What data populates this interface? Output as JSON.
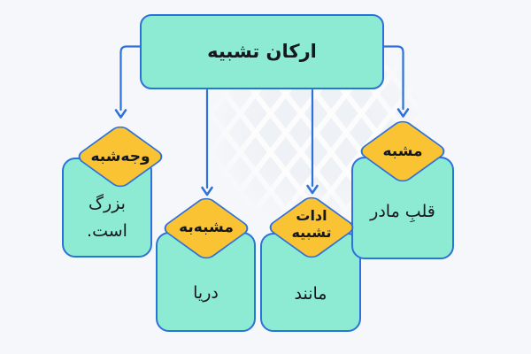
{
  "diagram": {
    "title": "ارکان تشبیه",
    "nodes": [
      {
        "id": "wajh-e-shabah",
        "tag": "وجه‌شبه",
        "value": "بزرگ است."
      },
      {
        "id": "moshabbah-bih",
        "tag": "مشبه‌به",
        "value": "دریا"
      },
      {
        "id": "adat-e-tashbih",
        "tag": "ادات تشبیه",
        "value": "مانند"
      },
      {
        "id": "moshabbah",
        "tag": "مشبه",
        "value": "قلبِ مادر"
      }
    ]
  },
  "colors": {
    "background": "#f6f7fa",
    "box_fill": "#8debd3",
    "box_border": "#2d72d9",
    "diamond_fill": "#f9c333",
    "diamond_border": "#2d72d9",
    "connector": "#2d72d9",
    "text": "#16181d"
  }
}
